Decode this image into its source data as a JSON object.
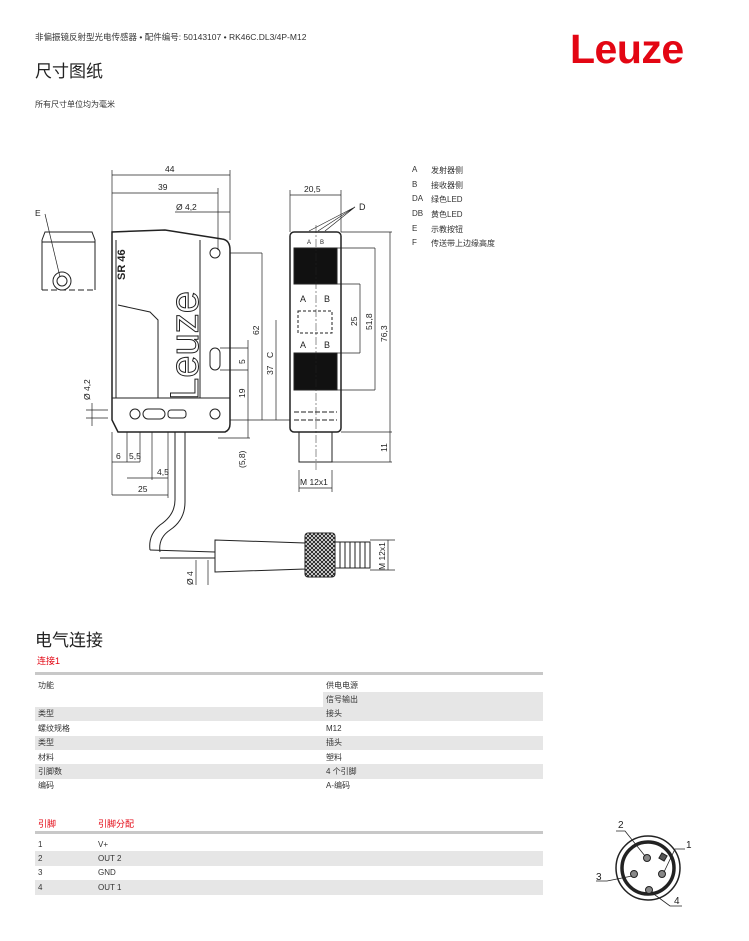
{
  "header": {
    "subtitle": "非偏振镜反射型光电传感器 • 配件编号: 50143107 • RK46C.DL3/4P-M12",
    "logo": "Leuze"
  },
  "dimensions": {
    "title": "尺寸图纸",
    "note": "所有尺寸单位均为毫米",
    "legend": [
      {
        "key": "A",
        "label": "发射器侧"
      },
      {
        "key": "B",
        "label": "接收器侧"
      },
      {
        "key": "DA",
        "label": "绿色LED"
      },
      {
        "key": "DB",
        "label": "黄色LED"
      },
      {
        "key": "E",
        "label": "示教按钮"
      },
      {
        "key": "F",
        "label": "传送带上边缘高度"
      }
    ],
    "drawing_labels": {
      "d44": "44",
      "d39": "39",
      "d42a": "Ø 4,2",
      "d42b": "Ø 4,2",
      "E": "E",
      "D": "D",
      "d62": "62",
      "C": "C",
      "d37": "37",
      "d5": "5",
      "d19": "19",
      "d58": "(5,8)",
      "d6": "6",
      "d55": "5,5",
      "d45": "4,5",
      "d25": "25",
      "d205": "20,5",
      "A": "A",
      "B": "B",
      "d25b": "25",
      "d518": "51,8",
      "d763": "76,3",
      "d11": "11",
      "m12a": "M 12x1",
      "m12b": "M 12x1",
      "d4": "Ø 4",
      "model": "SR 46",
      "brand": "Leuze"
    }
  },
  "electrical": {
    "title": "电气连接",
    "connection": "连接1",
    "rows": [
      {
        "label": "功能",
        "value": "供电电源"
      },
      {
        "label": "",
        "value": "信号输出"
      },
      {
        "label": "类型",
        "value": "接头"
      },
      {
        "label": "螺纹规格",
        "value": "M12"
      },
      {
        "label": "类型",
        "value": "插头"
      },
      {
        "label": "材料",
        "value": "塑料"
      },
      {
        "label": "引脚数",
        "value": "4 个引脚"
      },
      {
        "label": "编码",
        "value": "A-编码"
      }
    ],
    "pin_header": {
      "pin": "引脚",
      "assignment": "引脚分配"
    },
    "pins": [
      {
        "pin": "1",
        "assignment": "V+"
      },
      {
        "pin": "2",
        "assignment": "OUT 2"
      },
      {
        "pin": "3",
        "assignment": "GND"
      },
      {
        "pin": "4",
        "assignment": "OUT 1"
      }
    ],
    "connector_pins": [
      "1",
      "2",
      "3",
      "4"
    ]
  },
  "colors": {
    "brand": "#e30613"
  }
}
